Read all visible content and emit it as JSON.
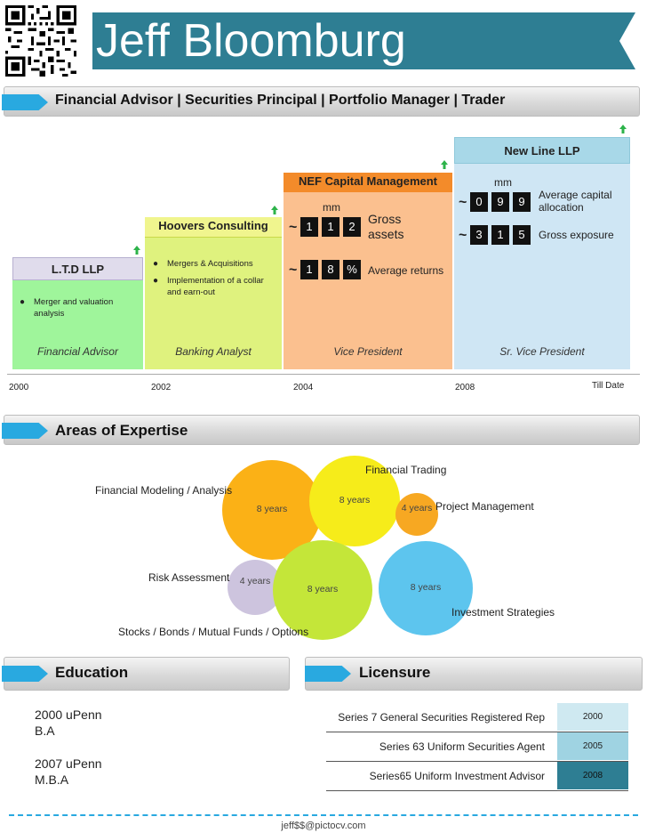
{
  "header": {
    "name": "Jeff Bloomburg",
    "title_line": "Financial Advisor | Securities Principal | Portfolio Manager  |  Trader"
  },
  "career": {
    "blocks": [
      {
        "company": "L.T.D LLP",
        "role": "Financial Advisor",
        "bullets": [
          "Merger and valuation analysis"
        ]
      },
      {
        "company": "Hoovers Consulting",
        "role": "Banking Analyst",
        "bullets": [
          "Mergers & Acquisitions",
          "Implementation of a collar and earn-out"
        ]
      },
      {
        "company": "NEF Capital Management",
        "role": "Vice President",
        "unit": "mm",
        "gross_digits": [
          "1",
          "1",
          "2"
        ],
        "gross_label": "Gross assets",
        "returns_digits": [
          "1",
          "8",
          "%"
        ],
        "returns_label": "Average returns"
      },
      {
        "company": "New Line LLP",
        "role": "Sr. Vice President",
        "unit": "mm",
        "capital_digits": [
          "0",
          "9",
          "9"
        ],
        "capital_label": "Average capital allocation",
        "exposure_digits": [
          "3",
          "1",
          "5"
        ],
        "exposure_label": "Gross exposure"
      }
    ],
    "tilde": "~",
    "years": [
      "2000",
      "2002",
      "2004",
      "2008",
      "Till Date"
    ]
  },
  "expertise": {
    "title": "Areas of Expertise",
    "bubbles": [
      {
        "label": "Financial Modeling / Analysis",
        "years": "8 years",
        "color": "#fbb116"
      },
      {
        "label": "Financial Trading",
        "years": "8 years",
        "color": "#f6ec1a"
      },
      {
        "label": "Project Management",
        "years": "4 years",
        "color": "#f7a822"
      },
      {
        "label": "Risk Assessment",
        "years": "4 years",
        "color": "#cdc4de"
      },
      {
        "label": "Stocks / Bonds / Mutual Funds / Options",
        "years": "8 years",
        "color": "#c4e639"
      },
      {
        "label": "Investment Strategies",
        "years": "8 years",
        "color": "#5dc5ee"
      }
    ]
  },
  "education": {
    "title": "Education",
    "entries": [
      {
        "line1": "2000 uPenn",
        "line2": "B.A"
      },
      {
        "line1": "2007 uPenn",
        "line2": "M.B.A"
      }
    ]
  },
  "licensure": {
    "title": "Licensure",
    "rows": [
      {
        "name": "Series 7 General Securities Registered Rep",
        "year": "2000",
        "color": "#cfe9f1"
      },
      {
        "name": "Series 63 Uniform Securities Agent",
        "year": "2005",
        "color": "#9fd3e2"
      },
      {
        "name": "Series65 Uniform Investment Advisor",
        "year": "2008",
        "color": "#2e7e93"
      }
    ]
  },
  "footer": {
    "email": "jeff$$@pictocv.com"
  },
  "colors": {
    "accent": "#29a9e0",
    "banner": "#2e7e93"
  }
}
